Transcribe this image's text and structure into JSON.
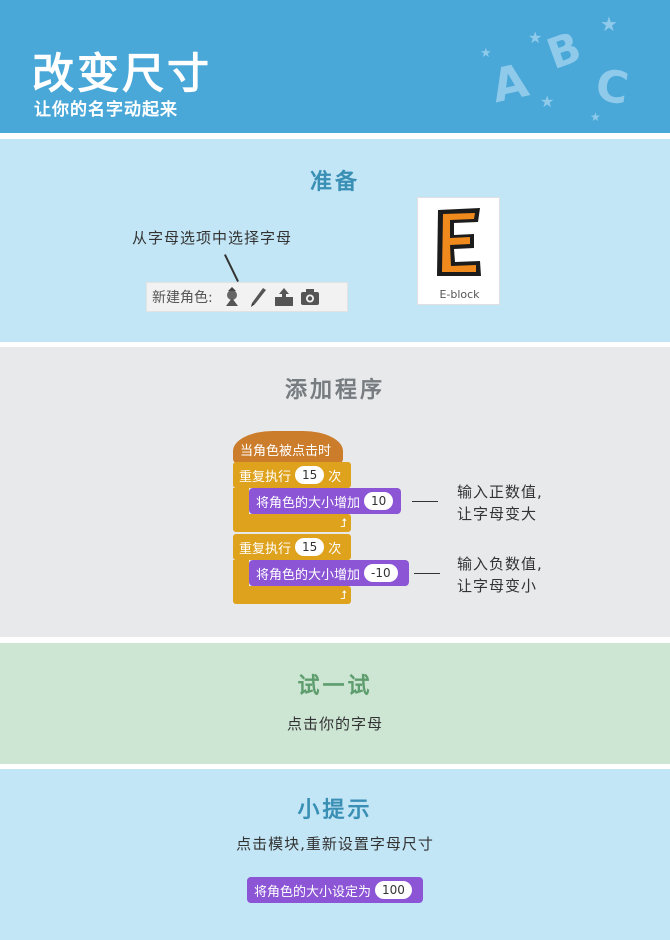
{
  "header": {
    "title": "改变尺寸",
    "subtitle": "让你的名字动起来",
    "deco_letters": [
      "A",
      "B",
      "C"
    ]
  },
  "prep": {
    "title": "准备",
    "instruction": "从字母选项中选择字母",
    "sprite_bar_label": "新建角色:",
    "sprite_icons": [
      "sprite-library-icon",
      "paint-brush-icon",
      "upload-icon",
      "camera-icon"
    ],
    "card_label": "E-block"
  },
  "program": {
    "title": "添加程序",
    "hat_label": "当角色被点击时",
    "repeat_label_1": "重复执行",
    "repeat_count_1": "15",
    "repeat_suffix_1": "次",
    "change_label_1": "将角色的大小增加",
    "change_value_1": "10",
    "repeat_label_2": "重复执行",
    "repeat_count_2": "15",
    "repeat_suffix_2": "次",
    "change_label_2": "将角色的大小增加",
    "change_value_2": "-10",
    "note_1_line1": "输入正数值,",
    "note_1_line2": "让字母变大",
    "note_2_line1": "输入负数值,",
    "note_2_line2": "让字母变小"
  },
  "try": {
    "title": "试一试",
    "text": "点击你的字母"
  },
  "tips": {
    "title": "小提示",
    "text": "点击模块,重新设置字母尺寸",
    "block_label": "将角色的大小设定为",
    "block_value": "100"
  },
  "colors": {
    "header_bg": "#4aa8d8",
    "prep_bg": "#c3e6f6",
    "program_bg": "#e8e9ea",
    "try_bg": "#cde5d3",
    "event_block": "#cc7d2c",
    "control_block": "#dfa21d",
    "looks_block": "#8b55d6",
    "letter_orange": "#f08a1c"
  }
}
